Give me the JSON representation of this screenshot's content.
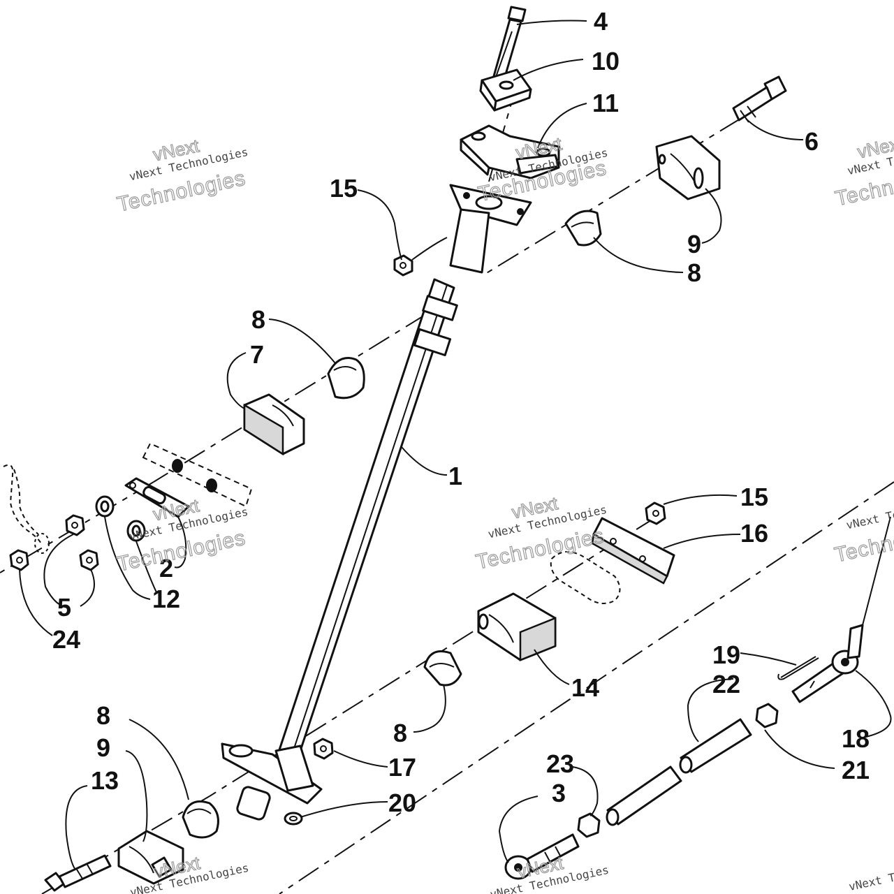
{
  "watermark": {
    "brand": "vNext",
    "company": "vNext Technologies",
    "word": "Technologies"
  },
  "callouts": {
    "c1": "1",
    "c2": "2",
    "c3": "3",
    "c4": "4",
    "c5": "5",
    "c6": "6",
    "c7": "7",
    "c8a": "8",
    "c8b": "8",
    "c8c": "8",
    "c8d": "8",
    "c9a": "9",
    "c9b": "9",
    "c10": "10",
    "c11": "11",
    "c12": "12",
    "c13": "13",
    "c14": "14",
    "c15a": "15",
    "c15b": "15",
    "c16": "16",
    "c17": "17",
    "c18": "18",
    "c19": "19",
    "c20": "20",
    "c21": "21",
    "c22": "22",
    "c23": "23",
    "c24": "24"
  }
}
